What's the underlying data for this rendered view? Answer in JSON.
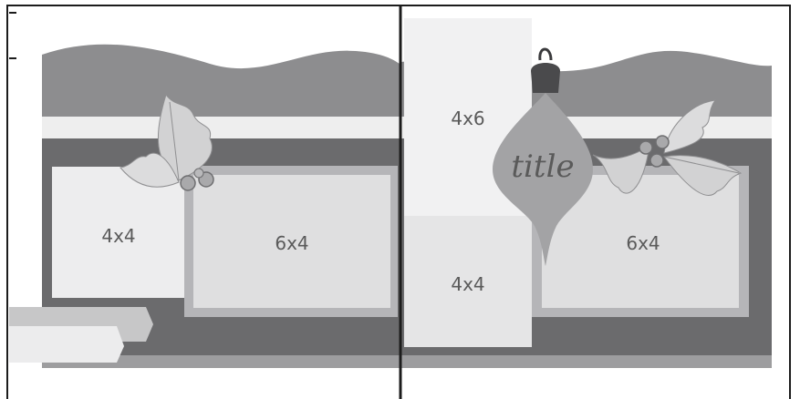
{
  "layout": {
    "left_page": {
      "photo_small": {
        "label": "4x4"
      },
      "photo_large": {
        "label": "6x4"
      }
    },
    "right_page": {
      "photo_tall": {
        "label": "4x6"
      },
      "photo_small": {
        "label": "4x4"
      },
      "photo_large": {
        "label": "6x4"
      },
      "ornament": {
        "label": "title"
      }
    }
  },
  "icons": [
    "holly-leaf-icon",
    "berry-icon",
    "ornament-icon",
    "banner-icon"
  ],
  "colors": {
    "hill": "#8d8d8f",
    "band_dark": "#6b6b6d",
    "band_light": "#eeeeee",
    "strip": "#9d9d9f",
    "photo_frame": "#b5b5b8",
    "photo_fill": "#dfdfe0",
    "photo_light": "#ededee",
    "ornament": "#a3a3a5",
    "ornament_cap": "#4a4a4c",
    "leaf": "#d2d2d3",
    "banner": "#c7c7c8",
    "spine": "#1c1c1c"
  }
}
